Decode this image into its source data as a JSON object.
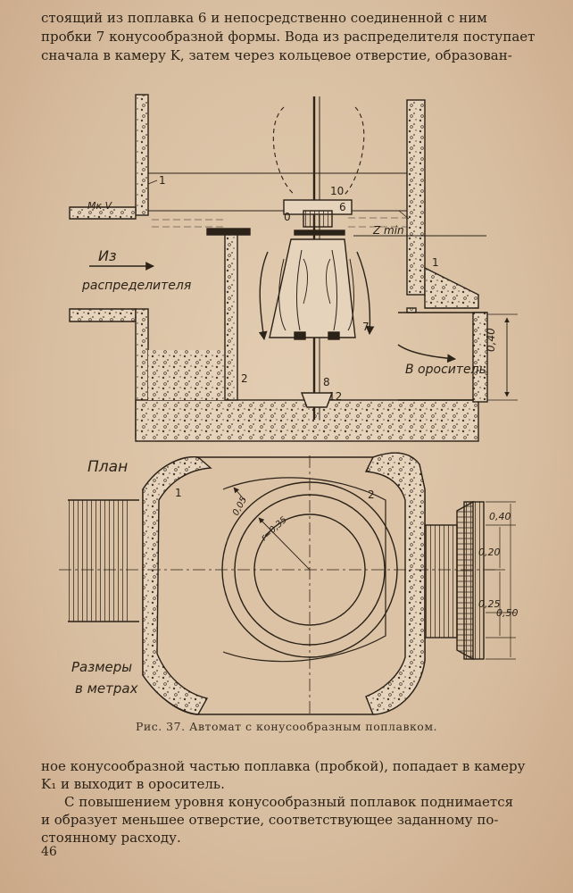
{
  "text_top": {
    "line1": "стоящий из поплавка 6 и непосредственно соединенной с ним",
    "line2": "пробки 7 конусообразной формы. Вода из распределителя поступает",
    "line3": "сначала в камеру K, затем через кольцевое отверстие, образован-"
  },
  "figure": {
    "labels": {
      "mk_v": "Мк V",
      "iz": "Из",
      "raspredelitelya": "распределителя",
      "v_orositel": "В ороситель",
      "dim_040_v": "0,40",
      "z_min": "Z min",
      "plan": "План",
      "razmery": "Размеры",
      "v_metrah": "в метрах",
      "dim_005": "0,05",
      "r_035": "r=0,35",
      "dim_040": "0,40",
      "dim_020": "0,20",
      "dim_025": "0,25",
      "dim_050": "0,50"
    },
    "numbers": {
      "n1a": "1",
      "n10": "10",
      "n0": "0",
      "n6": "6",
      "n1b": "1",
      "n7": "7",
      "n2a": "2",
      "n8": "8",
      "n12": "12",
      "n1c": "1",
      "n2b": "2"
    }
  },
  "caption": "Рис. 37. Автомат с конусообразным поплавком.",
  "text_bottom": {
    "line1": "ное конусообразной частью поплавка (пробкой), попадает в камеру",
    "line2": "K₁ и выходит в ороситель.",
    "line3": "С повышением уровня конусообразный поплавок поднимается",
    "line4": "и образует меньшее отверстие, соответствующее заданному по-",
    "line5": "стоянному расходу."
  },
  "page_number": "46"
}
